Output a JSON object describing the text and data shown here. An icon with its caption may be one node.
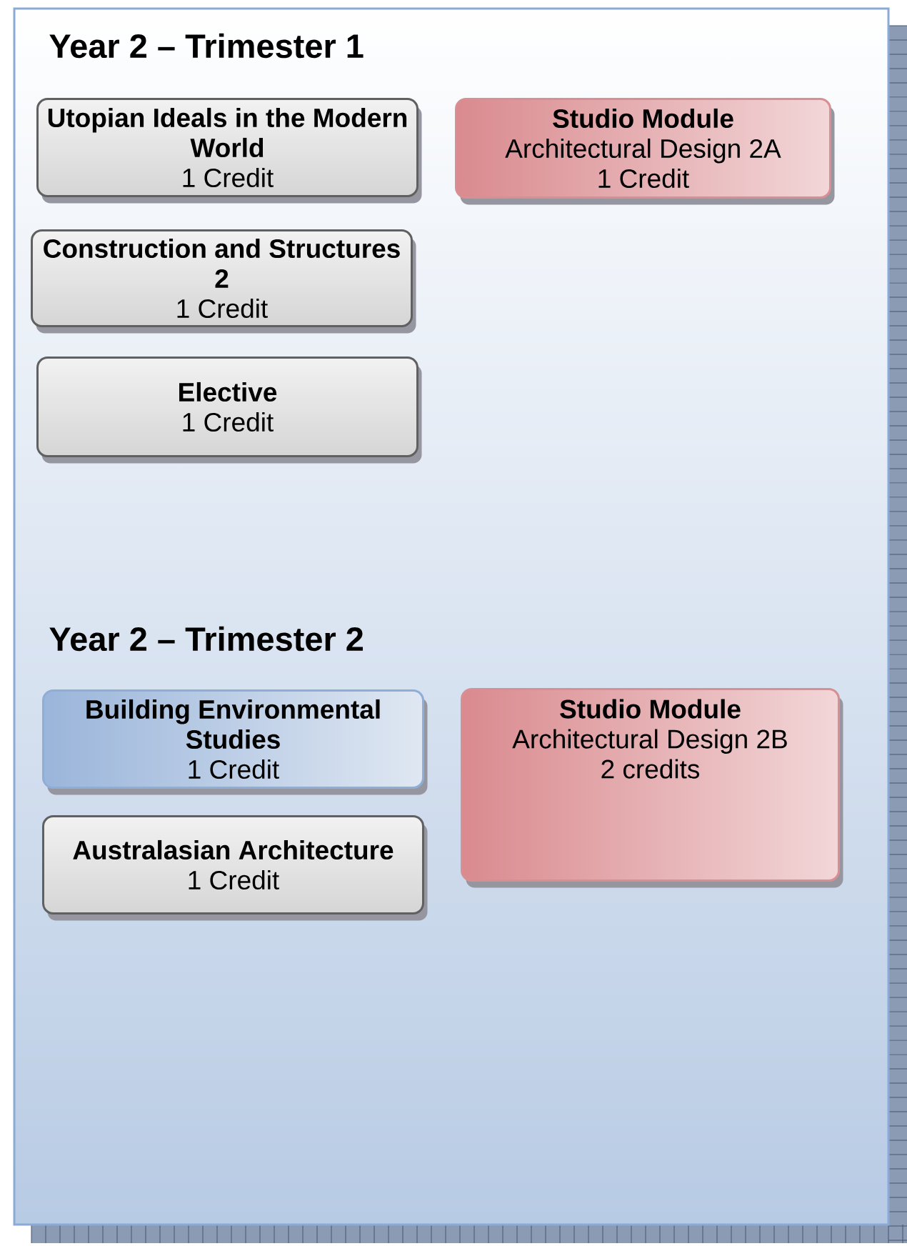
{
  "diagram": {
    "nodes": [
      {
        "text": [],
        "shape": "box"
      },
      {
        "text": [
          "Utopian Ideals in the Modern World",
          "1 Credit"
        ],
        "in": 0
      },
      {
        "text": [
          "Studio Module",
          "Architectural Design 2A",
          "1 Credit"
        ],
        "in": 0
      },
      {
        "text": [
          "Construction and Structures 2",
          "1 Credit"
        ],
        "in": 0
      },
      {
        "text": [
          "Elective",
          "1 Credit"
        ],
        "in": 0
      },
      {
        "text": [
          "Building Environmental Studies",
          "1 Credit"
        ],
        "in": 0
      },
      {
        "text": [
          "Australasian Architecture",
          "1 Credit"
        ],
        "in": 0
      },
      {
        "text": [
          "Studio Module",
          "Architectural Design 2B",
          "2 credits"
        ],
        "in": 0
      }
    ],
    "labels": [
      "Year 2 – Trimester 1",
      "Year 2 – Trimester 2"
    ]
  }
}
